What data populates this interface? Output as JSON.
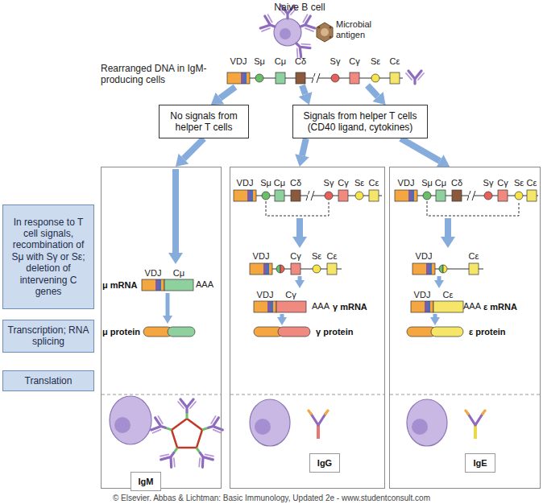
{
  "diagram": {
    "caption": "© Elsevier. Abbas & Lichtman: Basic Immunology, Updated 2e - www.studentconsult.com",
    "nodes": [
      {
        "text": [
          "No signals from helper T cells"
        ]
      },
      {
        "text": [
          "Signals from helper T cells (CD40 ligand, cytokines)"
        ]
      },
      {
        "text": [
          "In response to T cell signals, recombination of Sμ with Sγ or Sε; deletion of intervening C genes"
        ]
      },
      {
        "text": [
          "Transcription; RNA splicing"
        ]
      },
      {
        "text": [
          "Translation"
        ]
      },
      {
        "text": [
          "μ mRNA",
          "μ protein"
        ]
      },
      {
        "text": [
          "γ mRNA",
          "γ protein"
        ]
      },
      {
        "text": [
          "ε mRNA",
          "ε protein"
        ]
      },
      {
        "text": [
          "IgM"
        ],
        "in": 5
      },
      {
        "text": [
          "IgG"
        ],
        "in": 6
      },
      {
        "text": [
          "IgE"
        ],
        "in": 7
      }
    ],
    "edges": [
      {
        "from": 0,
        "to": 5,
        "arrow": "to"
      },
      {
        "from": 1,
        "to": 6,
        "arrow": "to"
      },
      {
        "from": 1,
        "to": 7,
        "arrow": "to"
      }
    ],
    "labels": [
      "Naive B cell",
      "Microbial antigen",
      "Rearranged DNA in IgM-producing cells",
      "VDJ",
      "Sμ",
      "Cμ",
      "Cδ",
      "Sγ",
      "Cγ",
      "Sε",
      "Cε",
      "VDJ",
      "Sμ",
      "Cμ",
      "Cδ",
      "Sγ",
      "Cγ",
      "Sε",
      "Cε",
      "VDJ",
      "Cγ",
      "Sε",
      "Cε",
      "VDJ",
      "Cγ",
      "AAA",
      "VDJ",
      "Sμ",
      "Cμ",
      "Cδ",
      "Sγ",
      "Cγ",
      "Sε",
      "Cε",
      "VDJ",
      "Cε",
      "VDJ",
      "Cε",
      "AAA",
      "VDJ",
      "Cμ",
      "AAA"
    ]
  }
}
